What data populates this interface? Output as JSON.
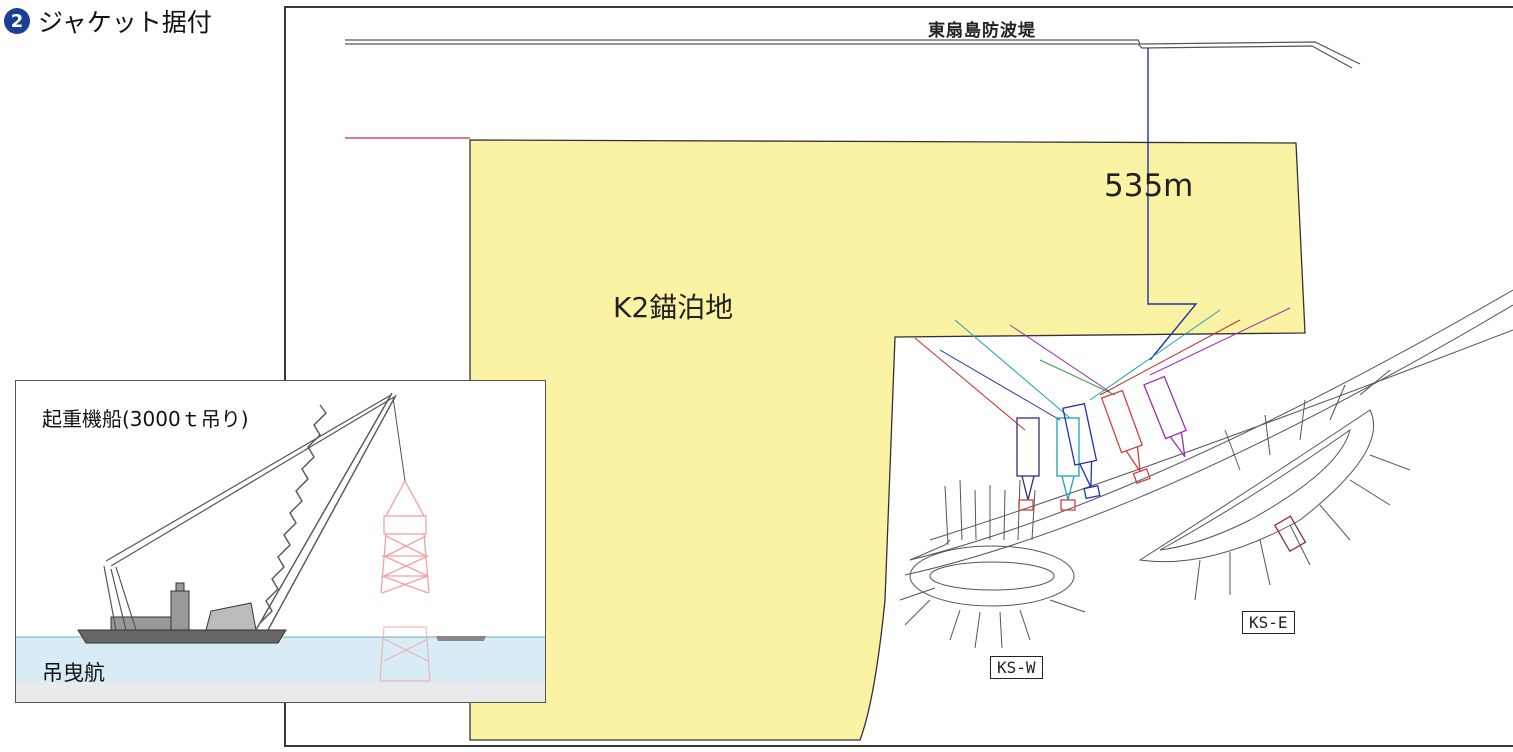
{
  "step": {
    "number": "2",
    "title": "ジャケット据付"
  },
  "map": {
    "breakwater_label": "東扇島防波堤",
    "distance_label": "535m",
    "anchorage_label": "K2錨泊地",
    "site_east_label": "KS-E",
    "site_west_label": "KS-W",
    "colors": {
      "anchorage_fill": "#fbf3a4",
      "distance_line": "#2233aa",
      "crane_colors": [
        "#3c2a7a",
        "#1aa3b0",
        "#2233aa",
        "#d04040",
        "#9b2fb5"
      ]
    }
  },
  "inset": {
    "title": "起重機船(3000ｔ吊り)",
    "caption": "吊曳航",
    "colors": {
      "water": "#d7ecf4",
      "jacket": "#f2a0a0",
      "crane": "#555555"
    }
  }
}
